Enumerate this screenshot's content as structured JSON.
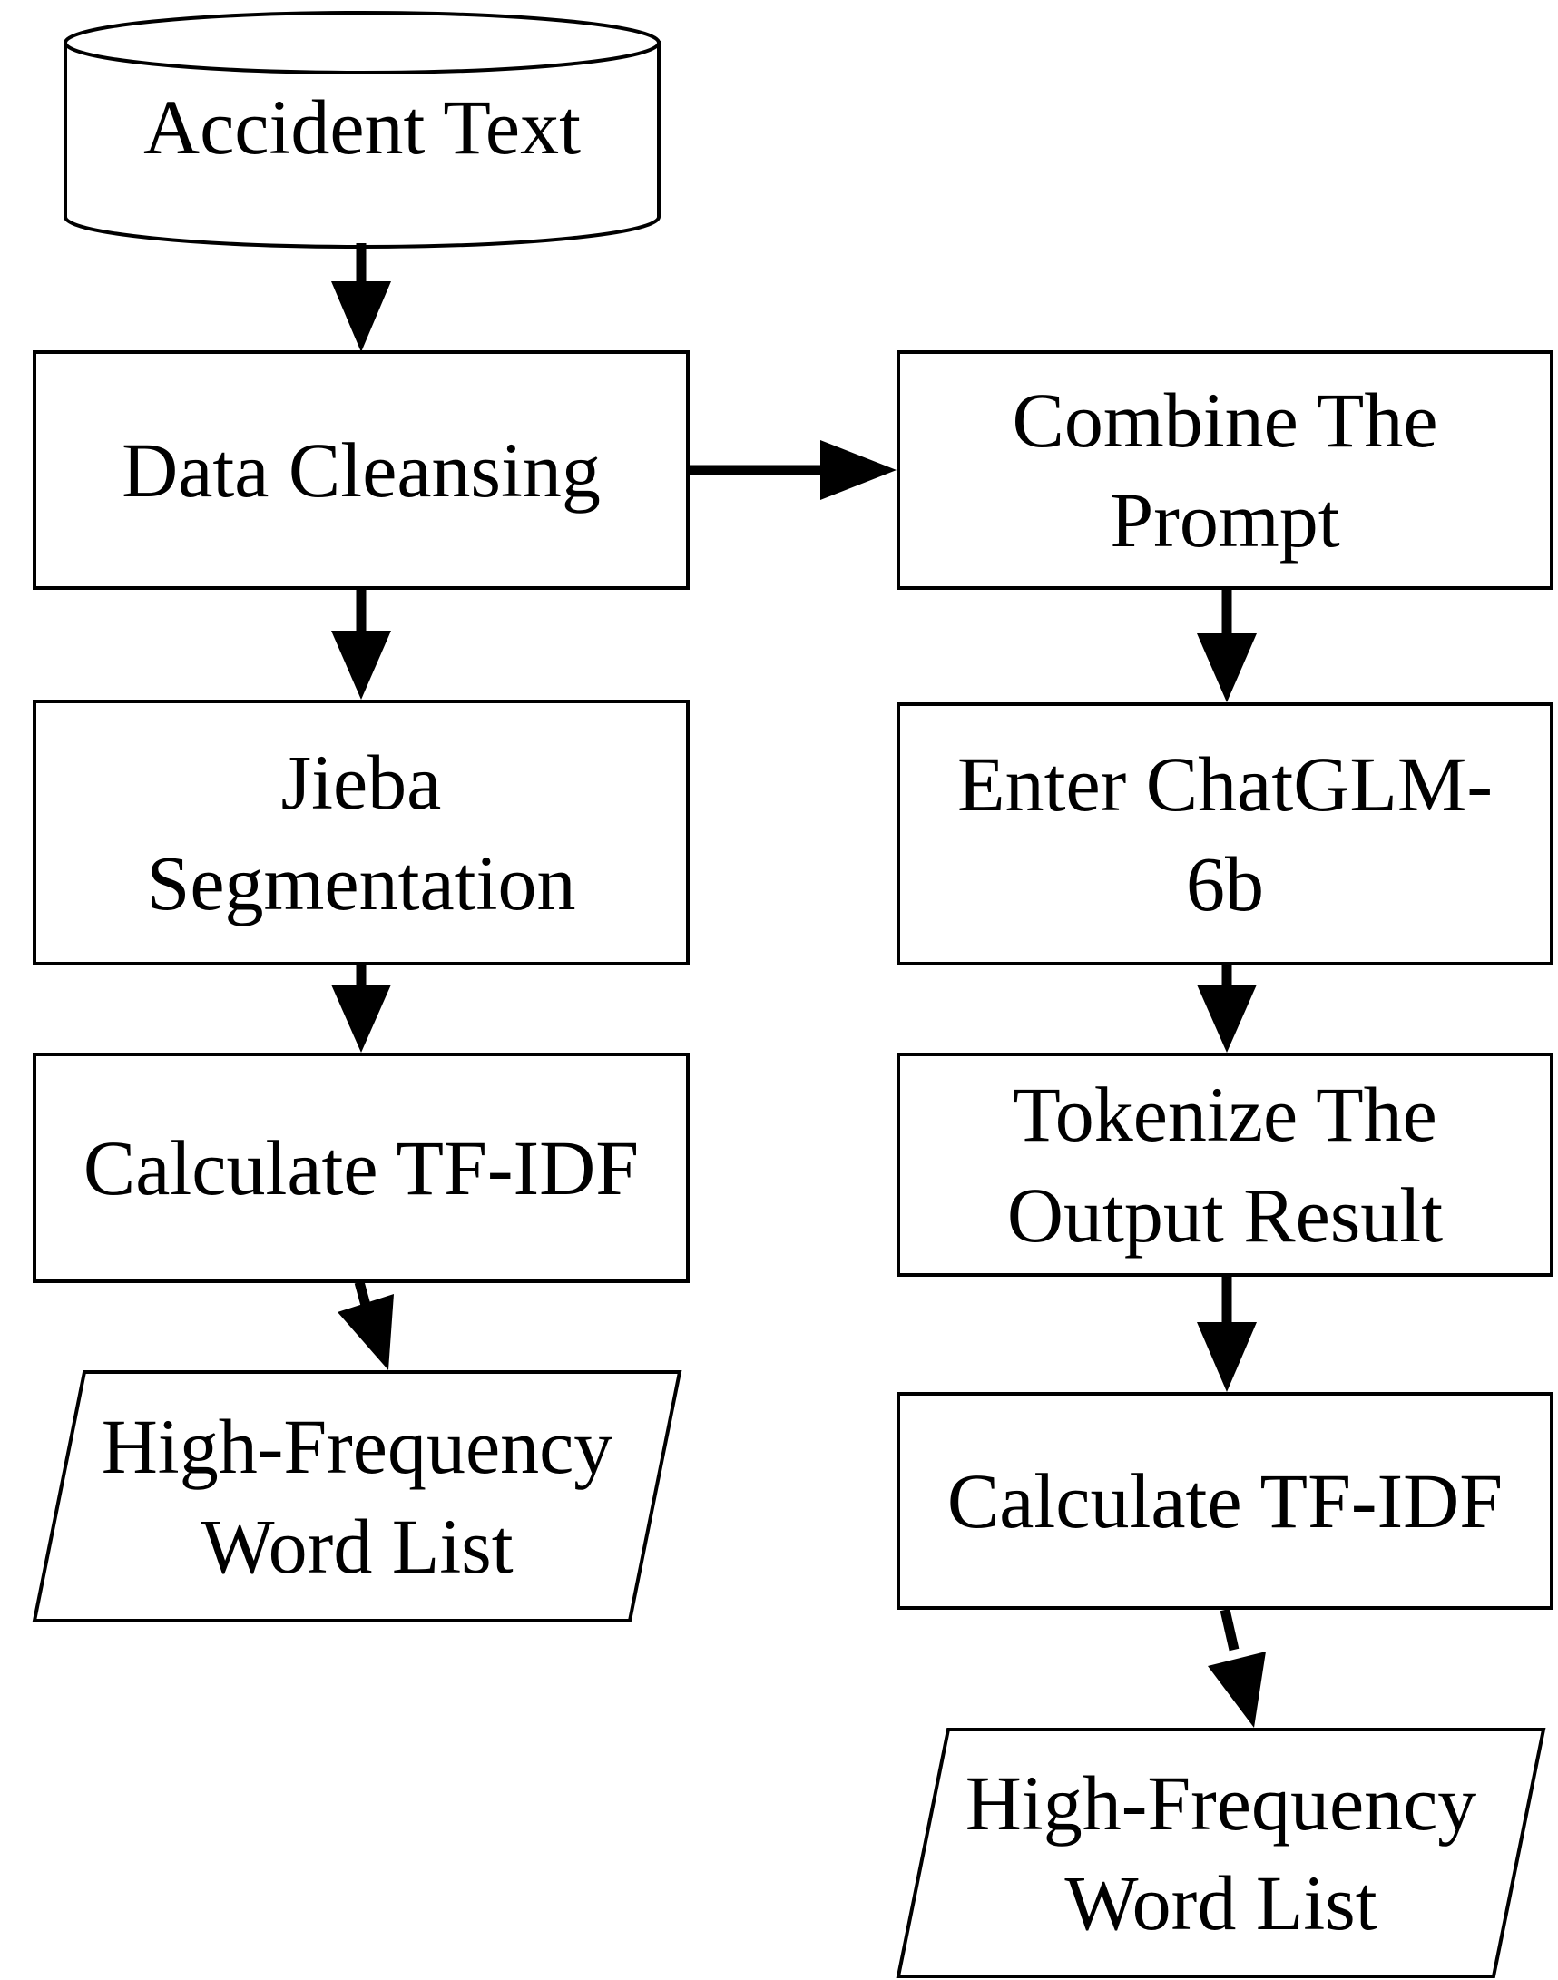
{
  "diagram": {
    "title": "Dual-path high-frequency word extraction flowchart",
    "background": "#ffffff",
    "stroke": "#000000",
    "nodes": {
      "accident_text": {
        "type": "data-store-cylinder",
        "label": "Accident Text"
      },
      "data_cleansing": {
        "type": "process",
        "label": "Data Cleansing"
      },
      "combine_prompt": {
        "type": "process",
        "lines": [
          "Combine The",
          "Prompt"
        ]
      },
      "jieba_segmentation": {
        "type": "process",
        "lines": [
          "Jieba",
          "Segmentation"
        ]
      },
      "enter_chatglm_6b": {
        "type": "process",
        "lines": [
          "Enter ChatGLM-",
          "6b"
        ]
      },
      "calculate_tfidf_left": {
        "type": "process",
        "label": "Calculate TF-IDF"
      },
      "tokenize_output_result": {
        "type": "process",
        "lines": [
          "Tokenize The",
          "Output Result"
        ]
      },
      "high_frequency_word_list_left": {
        "type": "output-parallelogram",
        "lines": [
          "High-Frequency",
          "Word List"
        ]
      },
      "calculate_tfidf_right": {
        "type": "process",
        "label": "Calculate TF-IDF"
      },
      "high_frequency_word_list_right": {
        "type": "output-parallelogram",
        "lines": [
          "High-Frequency",
          "Word List"
        ]
      }
    },
    "edges": [
      "accident_text -> data_cleansing",
      "data_cleansing -> combine_prompt",
      "data_cleansing -> jieba_segmentation",
      "jieba_segmentation -> calculate_tfidf_left",
      "calculate_tfidf_left -> high_frequency_word_list_left",
      "combine_prompt -> enter_chatglm_6b",
      "enter_chatglm_6b -> tokenize_output_result",
      "tokenize_output_result -> calculate_tfidf_right",
      "calculate_tfidf_right -> high_frequency_word_list_right"
    ]
  }
}
